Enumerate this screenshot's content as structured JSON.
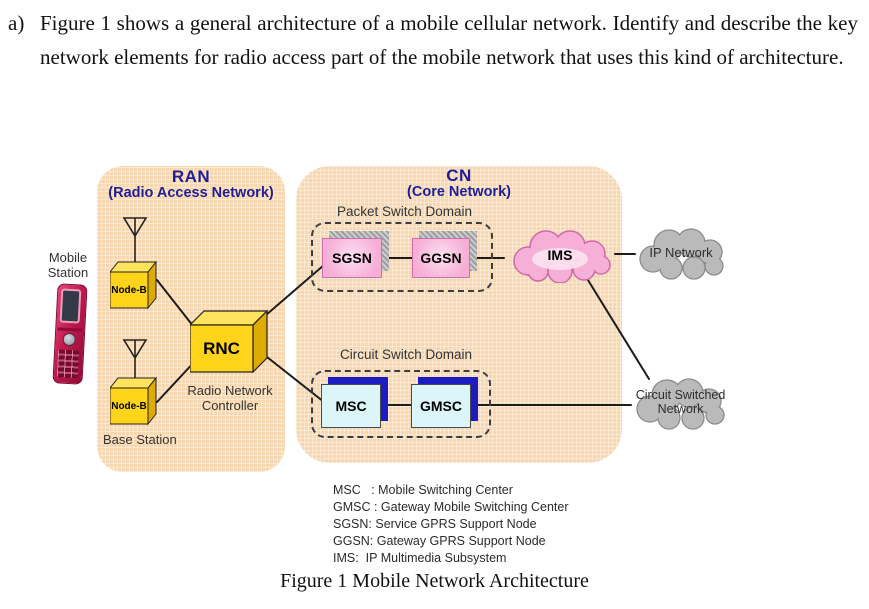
{
  "question": {
    "label": "a)",
    "text": "Figure 1 shows a general architecture of a mobile cellular network. Identify and describe the key network elements for radio access part of the mobile network that uses this kind of architecture."
  },
  "figure": {
    "caption": "Figure 1 Mobile Network Architecture",
    "mobile_station_label": "Mobile Station",
    "ran": {
      "title": "RAN",
      "subtitle": "(Radio Access Network)",
      "node_b_top": "Node-B",
      "node_b_bottom": "Node-B",
      "base_station_label": "Base Station",
      "rnc": "RNC",
      "rnc_caption": "Radio Network Controller"
    },
    "cn": {
      "title": "CN",
      "subtitle": "(Core Network)",
      "packet_switch_domain": "Packet Switch Domain",
      "circuit_switch_domain": "Circuit Switch Domain",
      "sgsn": "SGSN",
      "ggsn": "GGSN",
      "ims": "IMS",
      "msc": "MSC",
      "gmsc": "GMSC"
    },
    "external": {
      "ip_network": "IP Network",
      "circuit_switched_network": "Circuit Switched Network"
    },
    "legend": [
      "MSC   : Mobile Switching Center",
      "GMSC : Gateway Mobile Switching Center",
      "SGSN: Service GPRS Support Node",
      "GGSN: Gateway GPRS Support Node",
      "IMS:  IP Multimedia Subsystem"
    ]
  },
  "colors": {
    "panel_bg": "#f8d7b0",
    "title_navy": "#1e1e96",
    "node_yellow_front": "#ffd41a",
    "node_yellow_top": "#ffe35c",
    "node_yellow_side": "#e0ab00",
    "box_pink": "#f6aed6",
    "box_cyan": "#dbf5f8",
    "shadow_gray": "#aaaaaa",
    "shadow_blue": "#1c1cc0",
    "cloud_pink": "#f6b0d8",
    "cloud_gray": "#bababa"
  }
}
